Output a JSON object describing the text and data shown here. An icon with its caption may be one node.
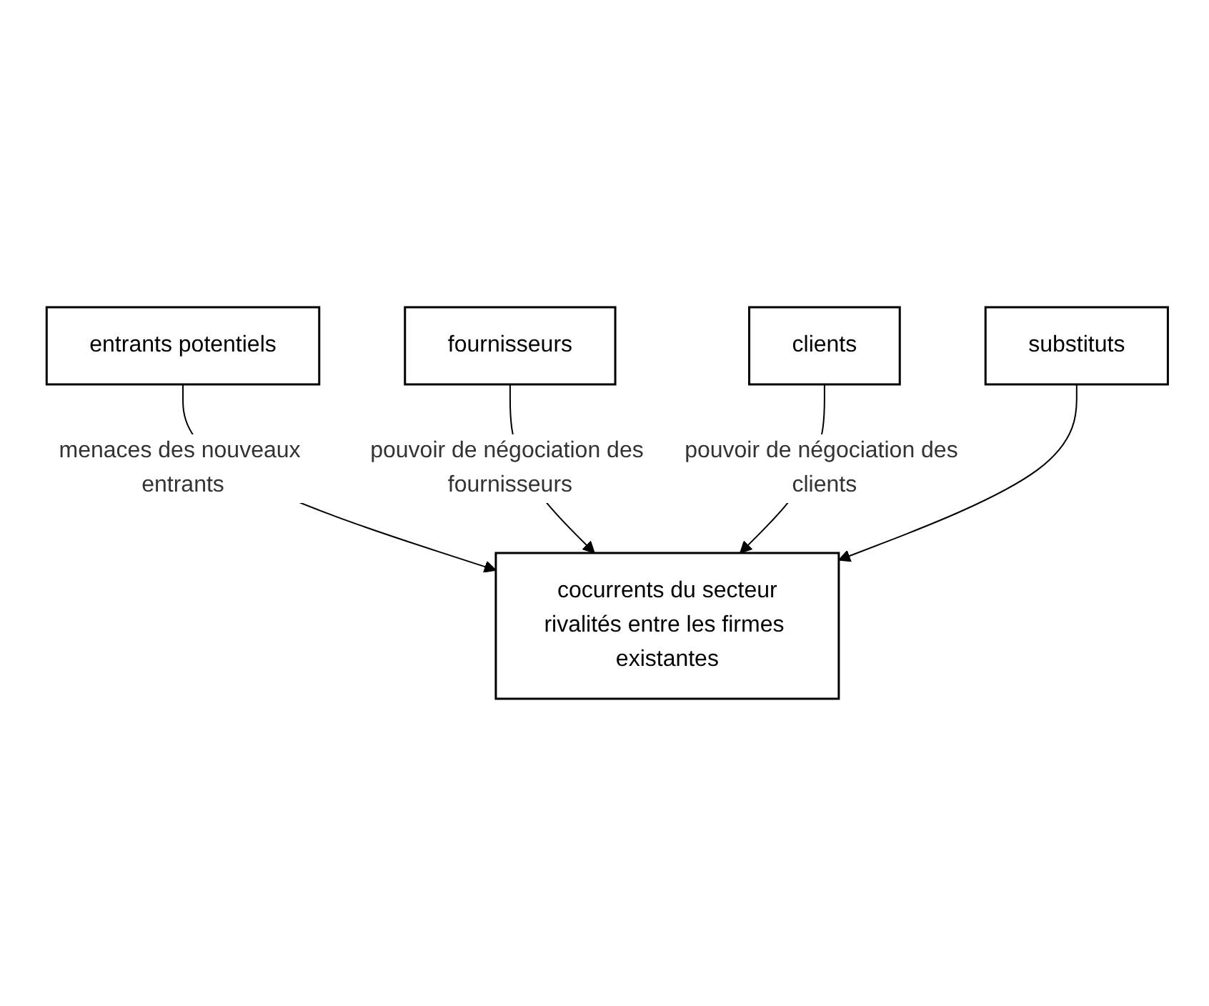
{
  "diagram": {
    "nodes": [
      {
        "text": [
          "entrants potentiels"
        ]
      },
      {
        "text": [
          "fournisseurs"
        ]
      },
      {
        "text": [
          "cocurrents du secteur",
          "rivalités entre les firmes existantes"
        ]
      },
      {
        "text": [
          "clients"
        ]
      },
      {
        "text": [
          "substituts"
        ]
      }
    ],
    "edges": [
      {
        "from": 0,
        "to": 2,
        "arrow": "to",
        "label": "menaces des nouveaux entrants"
      },
      {
        "from": 1,
        "to": 2,
        "arrow": "to",
        "label": "pouvoir de négociation des fournisseurs"
      },
      {
        "from": 3,
        "to": 2,
        "arrow": "to",
        "label": "pouvoir de négociation des clients"
      },
      {
        "from": 4,
        "to": 2,
        "arrow": "to"
      }
    ]
  }
}
